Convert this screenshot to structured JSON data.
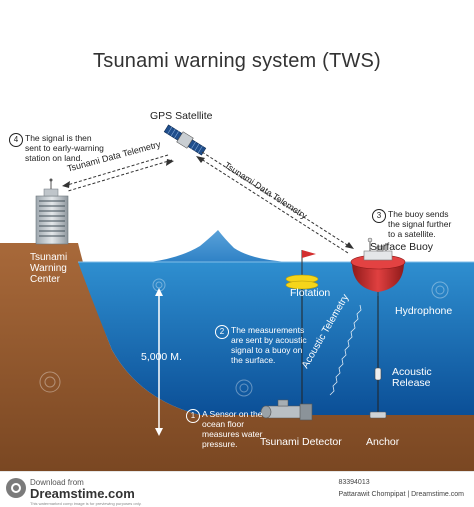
{
  "title": "Tsunami warning system (TWS)",
  "labels": {
    "gps_satellite": "GPS Satellite",
    "telemetry_left": "Tsunami Data Telemetry",
    "telemetry_right": "Tsunami Data Telemetry",
    "acoustic_telemetry": "Acoustic Telemetry",
    "warning_center_1": "Tsunami",
    "warning_center_2": "Warning",
    "warning_center_3": "Center",
    "surface_buoy": "Surface Buoy",
    "flotation": "Flotation",
    "hydrophone": "Hydrophone",
    "acoustic_release_1": "Acoustic",
    "acoustic_release_2": "Release",
    "depth": "5,000 M.",
    "tsunami_detector": "Tsunami Detector",
    "anchor": "Anchor"
  },
  "steps": [
    {
      "num": "1",
      "lines": [
        "A Sensor on the",
        "ocean floor",
        "measures water",
        "pressure."
      ]
    },
    {
      "num": "2",
      "lines": [
        "The measurements",
        "are sent by acoustic",
        "signal to a buoy on",
        "the surface."
      ]
    },
    {
      "num": "3",
      "lines": [
        "The buoy sends",
        "the signal further",
        "to a satellite."
      ]
    },
    {
      "num": "4",
      "lines": [
        "The signal is then",
        "sent to early-warning",
        "station on land."
      ]
    }
  ],
  "footer": {
    "download_from": "Download from",
    "site": "Dreamstime.com",
    "small_print": "This watermarked comp image is for previewing purposes only.",
    "id": "83394013",
    "credit": "Pattarawit Chompipat | Dreamstime.com"
  },
  "colors": {
    "ocean_top": "#2f8fd0",
    "ocean_bottom": "#0b4f97",
    "seabed": "#9a5f2e",
    "seabed_dark": "#7a4722",
    "wave": "#3d89cc",
    "buoy": "#c62828",
    "flotation": "#f5d51a",
    "flag": "#d32f2f"
  }
}
